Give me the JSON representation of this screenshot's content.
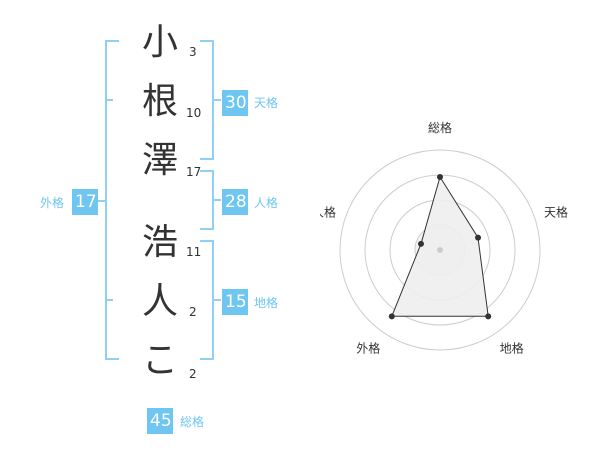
{
  "name": {
    "chars": [
      {
        "char": "小",
        "strokes": "3"
      },
      {
        "char": "根",
        "strokes": "10"
      },
      {
        "char": "澤",
        "strokes": "17"
      },
      {
        "char": "浩",
        "strokes": "11"
      },
      {
        "char": "人",
        "strokes": "2"
      },
      {
        "char": "こ",
        "strokes": "2"
      }
    ]
  },
  "fortune": {
    "tenkaku": {
      "value": "30",
      "label": "天格"
    },
    "jinkaku": {
      "value": "28",
      "label": "人格"
    },
    "chikaku": {
      "value": "15",
      "label": "地格"
    },
    "gaikaku": {
      "value": "17",
      "label": "外格"
    },
    "soukaku": {
      "value": "45",
      "label": "総格"
    }
  },
  "colors": {
    "accent": "#6ec6f1",
    "bracket": "#8fd0f5",
    "ring": "#cccccc",
    "fill": "#eeeeee",
    "text": "#333333"
  },
  "chart_data": {
    "type": "radar",
    "axes": [
      "総格",
      "天格",
      "地格",
      "外格",
      "人格"
    ],
    "values": [
      0.73,
      0.4,
      0.82,
      0.82,
      0.2
    ],
    "max": 1
  }
}
